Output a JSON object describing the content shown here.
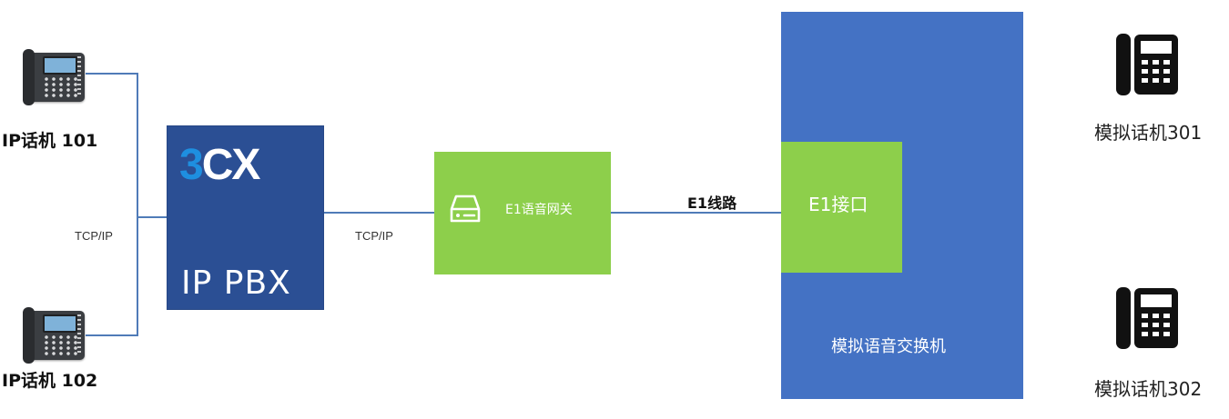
{
  "ip_phones": [
    {
      "label": "IP话机 101"
    },
    {
      "label": "IP话机 102"
    }
  ],
  "links": {
    "phones_to_pbx": "TCP/IP",
    "pbx_to_gateway": "TCP/IP",
    "gateway_to_switch": "E1线路"
  },
  "pbx": {
    "logo_three": "3",
    "logo_cx": "CX",
    "label": "IP PBX",
    "color": "#2b4f94"
  },
  "gateway": {
    "label": "E1语音网关",
    "icon": "router-icon",
    "color": "#8dcf4b"
  },
  "switch": {
    "label": "模拟语音交换机",
    "port_label": "E1接口",
    "color": "#4472c4"
  },
  "analog_phones": [
    {
      "label": "模拟话机301",
      "icon": "phone-icon"
    },
    {
      "label": "模拟话机302",
      "icon": "phone-icon"
    }
  ]
}
